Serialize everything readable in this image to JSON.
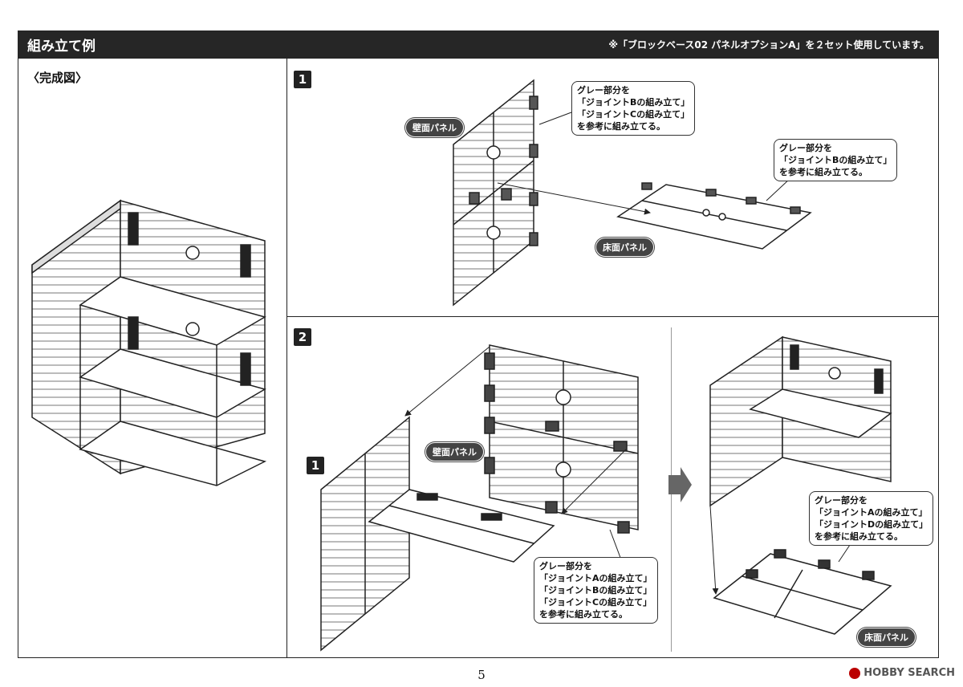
{
  "header": {
    "title": "組み立て例",
    "note": "※「ブロックベース02 パネルオプションA」を２セット使用しています。"
  },
  "complete": {
    "label": "〈完成図〉"
  },
  "step1": {
    "number": "1",
    "wall_label": "壁面パネル",
    "floor_label": "床面パネル",
    "callout_wall": [
      "グレー部分を",
      "「ジョイントBの組み立て」",
      "「ジョイントCの組み立て」",
      "を参考に組み立てる。"
    ],
    "callout_floor": [
      "グレー部分を",
      "「ジョイントBの組み立て」",
      "を参考に組み立てる。"
    ]
  },
  "step2": {
    "number": "2",
    "sub_number": "1",
    "wall_label": "壁面パネル",
    "floor_label": "床面パネル",
    "callout_center": [
      "グレー部分を",
      "「ジョイントAの組み立て」",
      "「ジョイントBの組み立て」",
      "「ジョイントCの組み立て」",
      "を参考に組み立てる。"
    ],
    "callout_right": [
      "グレー部分を",
      "「ジョイントAの組み立て」",
      "「ジョイントDの組み立て」",
      "を参考に組み立てる。"
    ]
  },
  "footer": {
    "page": "5",
    "watermark": "HOBBY SEARCH"
  }
}
